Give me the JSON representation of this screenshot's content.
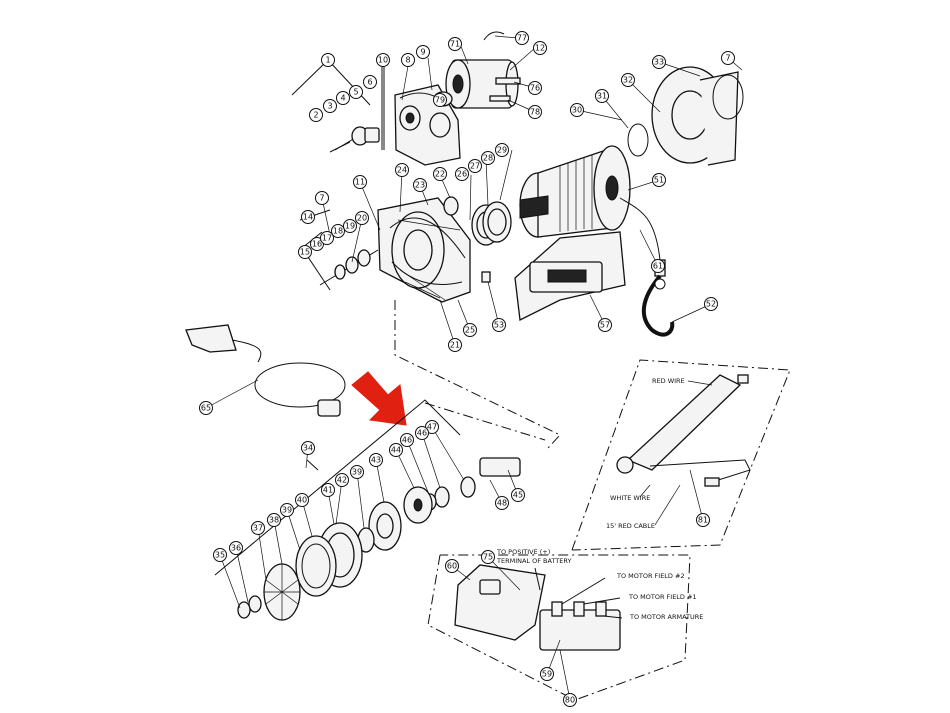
{
  "callouts": {
    "c1": "1",
    "c2": "2",
    "c3": "3",
    "c4": "4",
    "c5": "5",
    "c6": "6",
    "c7": "7",
    "c8": "8",
    "c9": "9",
    "c10": "10",
    "c11": "11",
    "c12": "12",
    "c14": "14",
    "c15": "15",
    "c16": "16",
    "c17": "17",
    "c18": "18",
    "c19": "19",
    "c20": "20",
    "c21": "21",
    "c22": "22",
    "c23": "23",
    "c24": "24",
    "c25": "25",
    "c26": "26",
    "c27": "27",
    "c28": "28",
    "c29": "29",
    "c30": "30",
    "c31": "31",
    "c32": "32",
    "c33": "33",
    "c34": "34",
    "c35": "35",
    "c36": "36",
    "c37": "37",
    "c38": "38",
    "c39": "39",
    "c40": "40",
    "c41": "41",
    "c42": "42",
    "c43": "43",
    "c44": "44",
    "c45": "45",
    "c46": "46",
    "c47": "47",
    "c48": "48",
    "c51": "51",
    "c52": "52",
    "c53": "53",
    "c57": "57",
    "c59": "59",
    "c60": "60",
    "c61": "61",
    "c65": "65",
    "c71": "71",
    "c75": "75",
    "c76": "76",
    "c77": "77",
    "c78": "78",
    "c79": "79",
    "c80": "80",
    "c81": "81"
  },
  "notes": {
    "red_wire": "RED WIRE",
    "white_wire": "WHITE WIRE",
    "red_cable": "15' RED CABLE",
    "positive_line1": "TO POSITIVE (+)",
    "positive_line2": "TERMINAL OF BATTERY",
    "motor_field_2": "TO MOTOR FIELD #2",
    "motor_field_1": "TO MOTOR FIELD #1",
    "motor_armature": "TO MOTOR ARMATURE"
  },
  "colors": {
    "arrow": "#e02010",
    "ink": "#111111",
    "paper": "#ffffff"
  },
  "icons": {
    "pointer": "red-arrow-icon"
  }
}
